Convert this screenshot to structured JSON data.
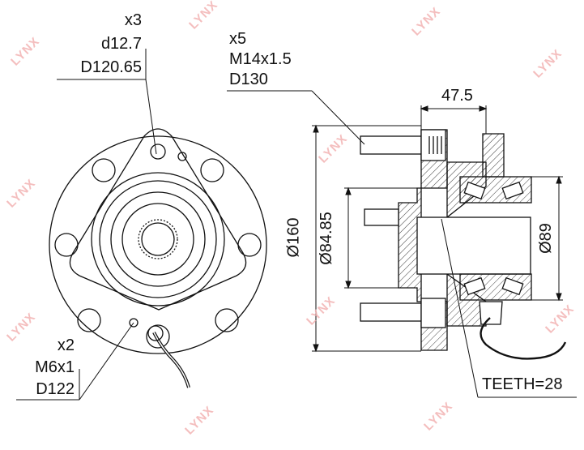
{
  "watermark": "LYNX",
  "callouts": {
    "top_left": {
      "qty": "x3",
      "d": "d12.7",
      "D": "D120.65"
    },
    "top_mid": {
      "qty": "x5",
      "thread": "M14x1.5",
      "D": "D130"
    },
    "bottom_left": {
      "qty": "x2",
      "thread": "M6x1",
      "D": "D122"
    }
  },
  "dimensions": {
    "width_top": "47.5",
    "dia_outer": "Ø160",
    "dia_pilot": "Ø84.85",
    "dia_bearing": "Ø89",
    "teeth": "TEETH=28"
  },
  "colors": {
    "line": "#111111",
    "watermark": "#f3b3b3"
  }
}
